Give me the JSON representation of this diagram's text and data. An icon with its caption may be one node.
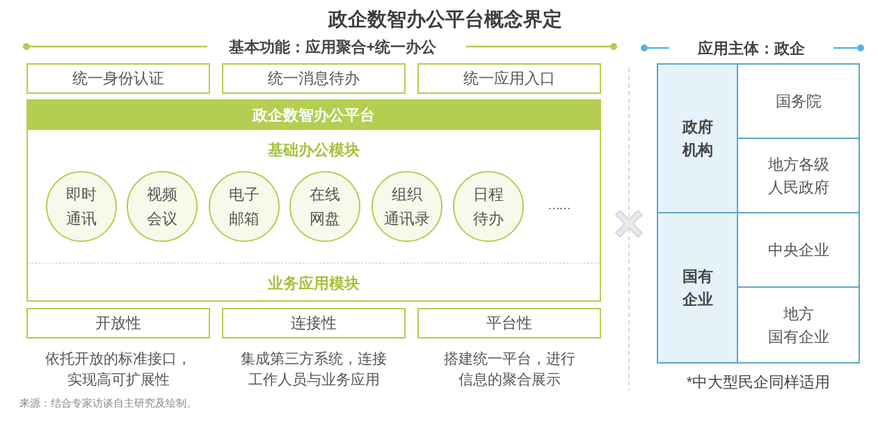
{
  "diagram": {
    "title": "政企数智办公平台概念界定",
    "nodes": [
      {
        "text": [
          "统一身份认证"
        ]
      },
      {
        "text": [
          "统一消息待办"
        ]
      },
      {
        "text": [
          "统一应用入口"
        ]
      },
      {
        "text": [
          "政企数智办公平台",
          "基础办公模块",
          "业务应用模块"
        ]
      },
      {
        "text": [
          "即时通讯"
        ],
        "in": 3
      },
      {
        "text": [
          "视频会议"
        ],
        "in": 3
      },
      {
        "text": [
          "电子邮箱"
        ],
        "in": 3
      },
      {
        "text": [
          "在线网盘"
        ],
        "in": 3
      },
      {
        "text": [
          "组织通讯录"
        ],
        "in": 3
      },
      {
        "text": [
          "日程待办"
        ],
        "in": 3
      },
      {
        "text": [
          "开放性"
        ],
        "beside": [
          "依托开放的标准接口，实现高可扩展性"
        ]
      },
      {
        "text": [
          "连接性"
        ],
        "beside": [
          "集成第三方系统，连接工作人员与业务应用"
        ]
      },
      {
        "text": [
          "平台性"
        ],
        "beside": [
          "搭建统一平台，进行信息的聚合展示"
        ]
      },
      {
        "text": [
          "政府机构"
        ]
      },
      {
        "text": [
          "国务院"
        ]
      },
      {
        "text": [
          "地方各级人民政府"
        ]
      },
      {
        "text": [
          "国有企业"
        ]
      },
      {
        "text": [
          "中央企业"
        ]
      },
      {
        "text": [
          "地方国有企业"
        ]
      }
    ],
    "labels": [
      "基本功能：应用聚合+统一办公",
      "应用主体：政企",
      "……",
      "*中大型民企同样适用",
      "来源：结合专家访谈自主研究及绘制。"
    ]
  }
}
